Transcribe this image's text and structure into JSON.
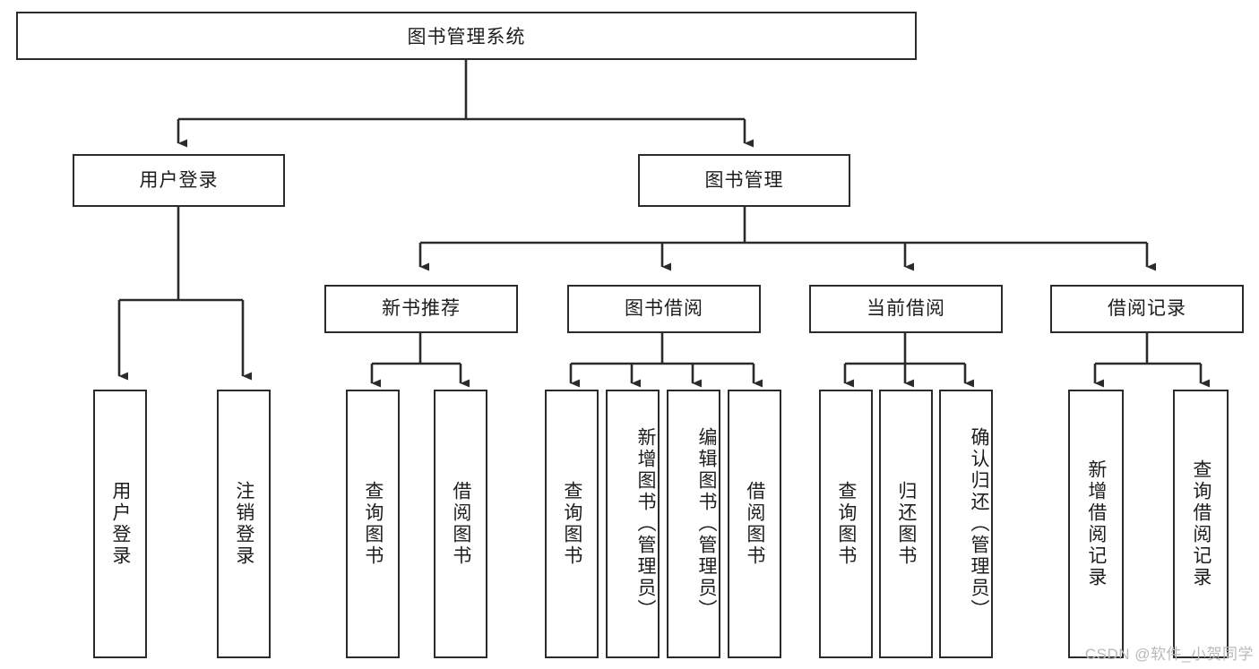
{
  "diagram": {
    "title": "图书管理系统",
    "type": "tree",
    "watermark": "CSDN @软件_小贺同学",
    "colors": {
      "stroke": "#2b2b2b",
      "fill": "#ffffff",
      "text": "#1d1d1d",
      "watermark": "#b9b9b9"
    },
    "root": {
      "label": "图书管理系统"
    },
    "level2": [
      {
        "id": "user-login",
        "label": "用户登录"
      },
      {
        "id": "book-manage",
        "label": "图书管理"
      }
    ],
    "level3": [
      {
        "id": "new-book-recommend",
        "label": "新书推荐",
        "parent": "book-manage"
      },
      {
        "id": "book-borrow",
        "label": "图书借阅",
        "parent": "book-manage"
      },
      {
        "id": "current-borrow",
        "label": "当前借阅",
        "parent": "book-manage"
      },
      {
        "id": "borrow-record",
        "label": "借阅记录",
        "parent": "book-manage"
      }
    ],
    "leaves": {
      "user-login": [
        {
          "id": "leaf-user-login",
          "label": "用户登录"
        },
        {
          "id": "leaf-logout-login",
          "label": "注销登录"
        }
      ],
      "new-book-recommend": [
        {
          "id": "leaf-query-book-1",
          "label": "查询图书"
        },
        {
          "id": "leaf-borrow-book-1",
          "label": "借阅图书"
        }
      ],
      "book-borrow": [
        {
          "id": "leaf-query-book-2",
          "label": "查询图书"
        },
        {
          "id": "leaf-add-book",
          "label": "新增图书（管理员）"
        },
        {
          "id": "leaf-edit-book",
          "label": "编辑图书（管理员）"
        },
        {
          "id": "leaf-borrow-book-2",
          "label": "借阅图书"
        }
      ],
      "current-borrow": [
        {
          "id": "leaf-query-book-3",
          "label": "查询图书"
        },
        {
          "id": "leaf-return-book",
          "label": "归还图书"
        },
        {
          "id": "leaf-confirm-return",
          "label": "确认归还（管理员）"
        }
      ],
      "borrow-record": [
        {
          "id": "leaf-add-record",
          "label": "新增借阅记录"
        },
        {
          "id": "leaf-query-record",
          "label": "查询借阅记录"
        }
      ]
    }
  }
}
